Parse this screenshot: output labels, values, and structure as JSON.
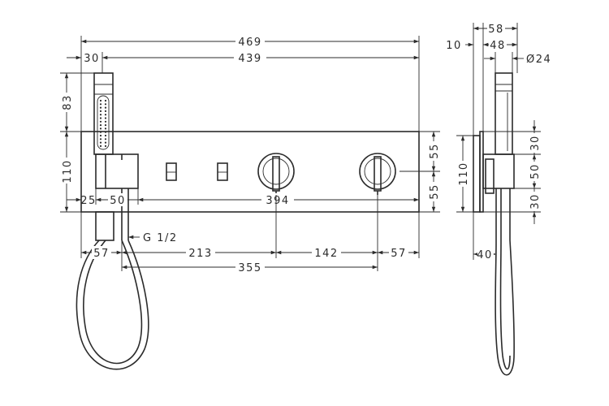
{
  "dimensions": {
    "overall_width": "469",
    "panel_width": "439",
    "handshower_offset": "30",
    "handshower_head": "83",
    "panel_height": "110",
    "holder_offset": "25",
    "holder_width": "50",
    "spacing_394": "394",
    "thread": "G 1/2",
    "left_57": "57",
    "spacing_213": "213",
    "spacing_142": "142",
    "right_57": "57",
    "spacing_355": "355",
    "right_55_top": "55",
    "right_55_bottom": "55",
    "side_depth_58": "58",
    "side_10": "10",
    "side_48": "48",
    "side_diameter": "Ø24",
    "side_30_top": "30",
    "side_110": "110",
    "side_50": "50",
    "side_30_bottom": "30",
    "side_40": "40"
  }
}
